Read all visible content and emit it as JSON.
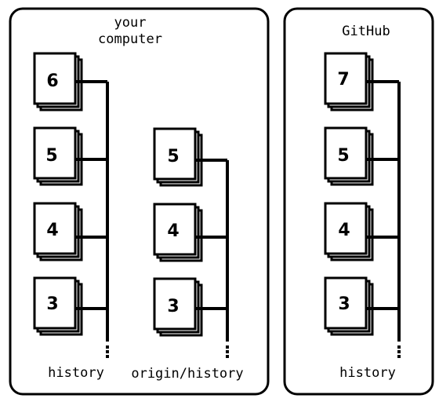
{
  "panels": [
    {
      "title_lines": [
        "your",
        "computer"
      ],
      "branches": [
        {
          "label": "history",
          "commits": [
            "6",
            "5",
            "4",
            "3"
          ]
        },
        {
          "label": "origin/history",
          "commits": [
            "5",
            "4",
            "3"
          ]
        }
      ]
    },
    {
      "title_lines": [
        "GitHub"
      ],
      "branches": [
        {
          "label": "history",
          "commits": [
            "7",
            "5",
            "4",
            "3"
          ]
        }
      ]
    }
  ]
}
